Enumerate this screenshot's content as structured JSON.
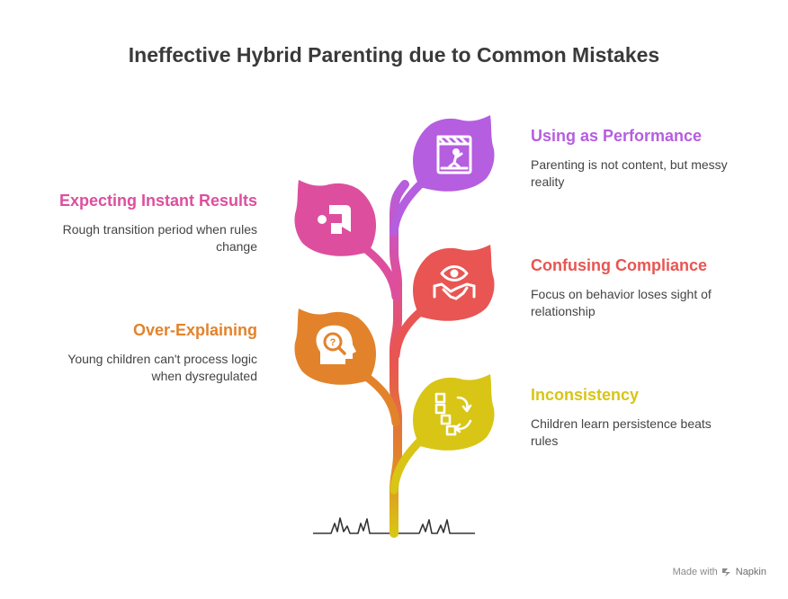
{
  "title": "Ineffective Hybrid Parenting due to Common Mistakes",
  "items": [
    {
      "title": "Using as Performance",
      "desc": [
        "Parenting is not content, but messy",
        "reality"
      ],
      "color": "#b55ee0",
      "icon": "stage-performer-icon"
    },
    {
      "title": "Expecting Instant Results",
      "desc": [
        "Rough transition period when rules",
        "change"
      ],
      "color": "#dd4f9e",
      "icon": "direction-arrows-icon"
    },
    {
      "title": "Confusing Compliance",
      "desc": [
        "Focus on behavior loses sight of",
        "relationship"
      ],
      "color": "#e85552",
      "icon": "eye-handshake-icon"
    },
    {
      "title": "Over-Explaining",
      "desc": [
        "Young children can't process logic",
        "when dysregulated"
      ],
      "color": "#e2832c",
      "icon": "head-magnifier-icon"
    },
    {
      "title": "Inconsistency",
      "desc": [
        "Children learn persistence beats",
        "rules"
      ],
      "color": "#d8c515",
      "icon": "blocks-cycle-icon"
    }
  ],
  "footer": {
    "prefix": "Made with",
    "brand": "Napkin"
  }
}
